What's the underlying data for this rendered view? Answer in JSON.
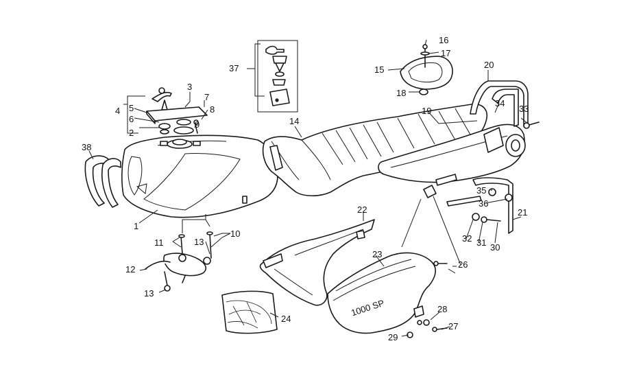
{
  "callouts": {
    "c1": "1",
    "c2": "2",
    "c3": "3",
    "c4": "4",
    "c5": "5",
    "c6": "6",
    "c7": "7",
    "c8": "8",
    "c9": "9",
    "c10": "10",
    "c11": "11",
    "c12": "12",
    "c13a": "13",
    "c13b": "13",
    "c14": "14",
    "c15": "15",
    "c16": "16",
    "c17": "17",
    "c18": "18",
    "c19": "19",
    "c20": "20",
    "c21": "21",
    "c22": "22",
    "c23": "23",
    "c24": "24",
    "c26": "26",
    "c27": "27",
    "c28": "28",
    "c29": "29",
    "c30": "30",
    "c31": "31",
    "c32": "32",
    "c33": "33",
    "c34": "34",
    "c35": "35",
    "c36": "36",
    "c37": "37",
    "c38": "38"
  },
  "side_panel_logo": "1000 SP"
}
